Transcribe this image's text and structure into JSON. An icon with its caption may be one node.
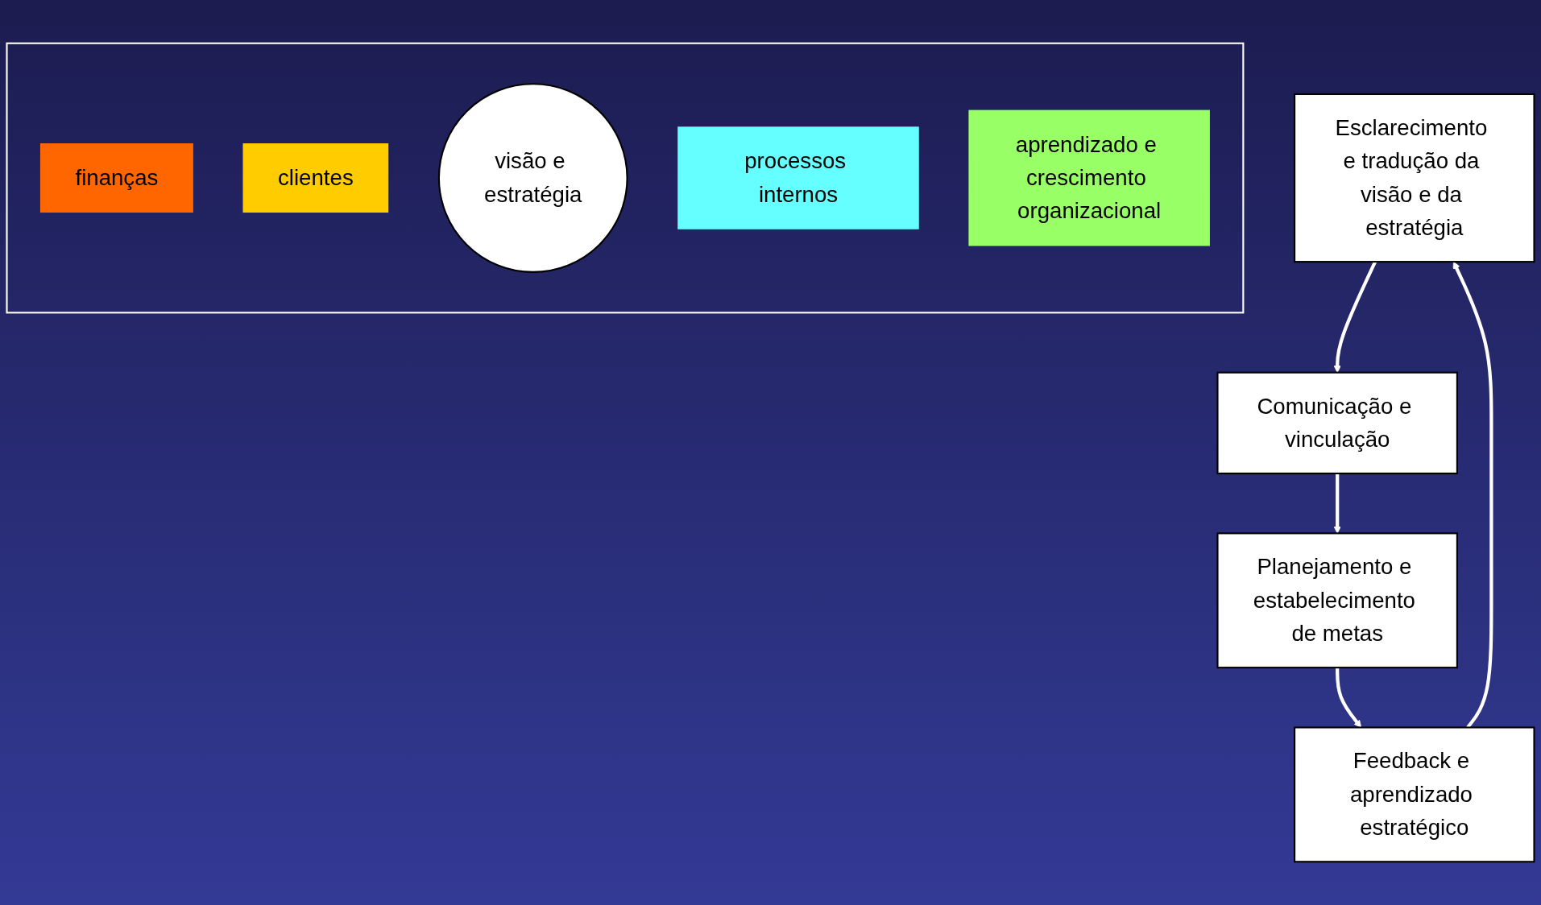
{
  "diagram": {
    "nodes": [
      {
        "text": [
          "Esclarecimento e tradução da visão e da estratégia"
        ]
      },
      {
        "text": [
          "Comunicação e vinculação"
        ]
      },
      {
        "text": [
          "Planejamento e estabelecimento de metas"
        ]
      },
      {
        "text": [
          "Feedback e aprendizado estratégico"
        ]
      },
      {
        "text": [],
        "shape": "box"
      },
      {
        "text": [
          "finanças"
        ],
        "in": 4
      },
      {
        "text": [
          "clientes"
        ],
        "in": 4
      },
      {
        "text": [
          "visão e estratégia"
        ],
        "in": 4
      },
      {
        "text": [
          "processos internos"
        ],
        "in": 4
      },
      {
        "text": [
          "aprendizado e crescimento organizacional"
        ],
        "in": 4
      }
    ],
    "edges": [
      {
        "from": 0,
        "to": 1,
        "arrow": "to"
      },
      {
        "from": 1,
        "to": 2,
        "arrow": "to"
      },
      {
        "from": 2,
        "to": 3,
        "arrow": "to"
      },
      {
        "from": 3,
        "to": 0,
        "arrow": "to"
      }
    ]
  }
}
